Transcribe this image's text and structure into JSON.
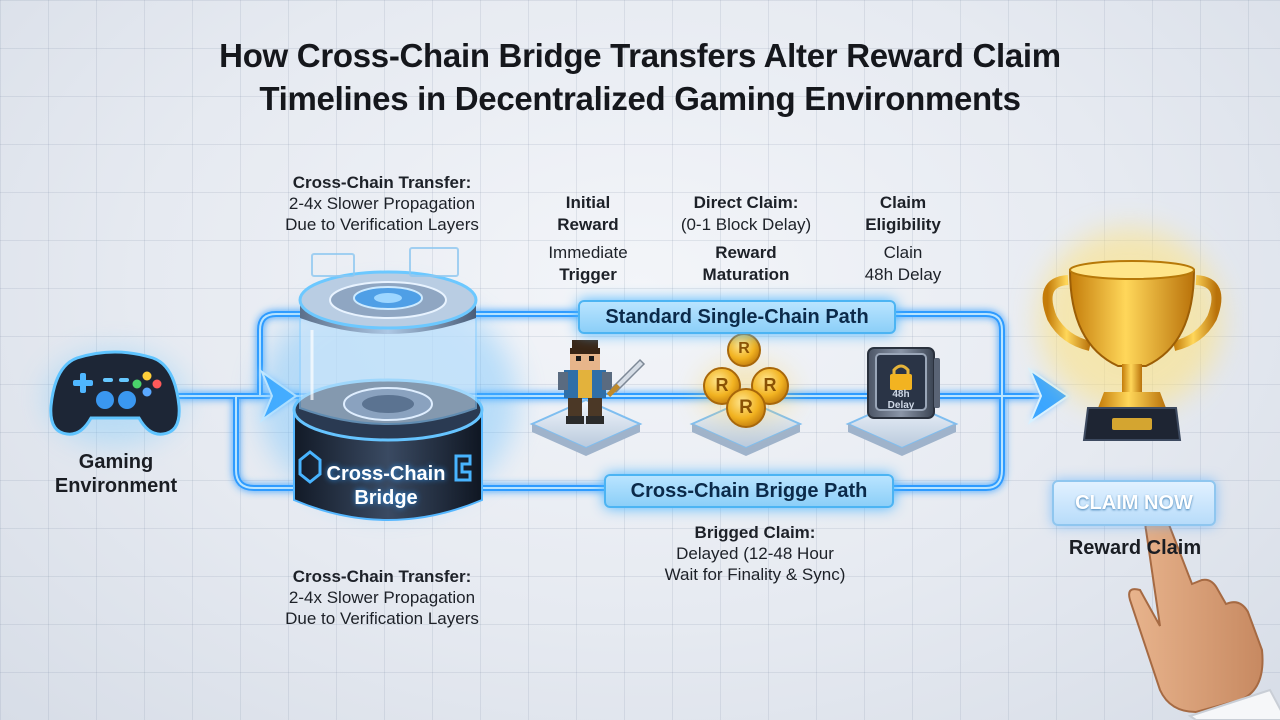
{
  "title": {
    "line1": "How Cross-Chain Bridge Transfers Alter Reward Claim",
    "line2": "Timelines in Decentralized Gaming Environments"
  },
  "transfer_top": {
    "heading": "Cross-Chain Transfer:",
    "line1": "2-4x Slower Propagation",
    "line2": "Due to Verification Layers"
  },
  "transfer_bottom": {
    "heading": "Cross-Chain Transfer:",
    "line1": "2-4x Slower Propagation",
    "line2": "Due to Verification Layers"
  },
  "initial_reward": {
    "line1": "Initial",
    "line2": "Reward",
    "sub1": "Immediate",
    "sub2": "Trigger"
  },
  "direct_claim": {
    "heading": "Direct Claim:",
    "detail": "(0-1 Block Delay)",
    "sub1": "Reward",
    "sub2": "Maturation"
  },
  "claim_eligibility": {
    "line1": "Claim",
    "line2": "Eligibility",
    "sub1": "Clain",
    "sub2": "48h Delay"
  },
  "standard_path": "Standard Single-Chain Path",
  "bridge_path": "Cross-Chain Brigge Path",
  "bridged_claim": {
    "heading": "Brigged Claim:",
    "line1": "Delayed (12-48 Hour",
    "line2": "Wait for Finality & Sync)"
  },
  "gaming_environment": {
    "line1": "Gaming",
    "line2": "Environment"
  },
  "bridge": {
    "line1": "Cross-Chain",
    "line2": "Bridge"
  },
  "coin_letter": "R",
  "vault_label": {
    "line1": "48h",
    "line2": "Delay"
  },
  "claim_button": "CLAIM NOW",
  "reward_claim": "Reward Claim",
  "colors": {
    "flow": "#2f9bff",
    "glow": "#56c2ff",
    "pill": "#a8dcff",
    "gold": "#f2b321"
  },
  "icons": [
    "gamepad-icon",
    "gear-icon",
    "bridge-logo-icon",
    "knight-icon",
    "coin-icon",
    "lock-icon",
    "trophy-icon",
    "pointing-hand-icon"
  ]
}
